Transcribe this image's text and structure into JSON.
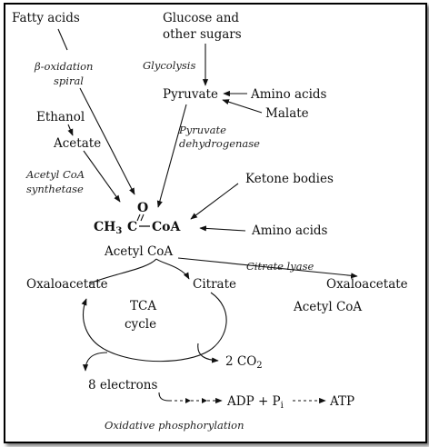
{
  "labels": {
    "fatty_acids": "Fatty acids",
    "glucose_line1": "Glucose and",
    "glucose_line2": "other sugars",
    "beta_ox_line1": "β-oxidation",
    "beta_ox_line2": "spiral",
    "glycolysis": "Glycolysis",
    "pyruvate": "Pyruvate",
    "amino_acids_top": "Amino acids",
    "malate": "Malate",
    "ethanol": "Ethanol",
    "acetate": "Acetate",
    "pyruvate_dh_line1": "Pyruvate",
    "pyruvate_dh_line2": "dehydrogenase",
    "acs_line1": "Acetyl CoA",
    "acs_line2": "synthetase",
    "ketone_bodies": "Ketone bodies",
    "formula_o": "O",
    "formula_ch3": "CH",
    "formula_ch3_sub": "3",
    "formula_c": "C",
    "formula_coa": "CoA",
    "amino_acids_mid": "Amino acids",
    "acetyl_coa": "Acetyl CoA",
    "citrate_lyase": "Citrate lyase",
    "oxaloacetate_left": "Oxaloacetate",
    "citrate": "Citrate",
    "oxaloacetate_right": "Oxaloacetate",
    "acetyl_coa_right": "Acetyl CoA",
    "tca_line1": "TCA",
    "tca_line2": "cycle",
    "co2": "2 CO",
    "co2_sub": "2",
    "electrons": "8 electrons",
    "adp_pi": "ADP + P",
    "adp_pi_sub": "i",
    "atp": "ATP",
    "oxphos": "Oxidative phosphorylation"
  }
}
